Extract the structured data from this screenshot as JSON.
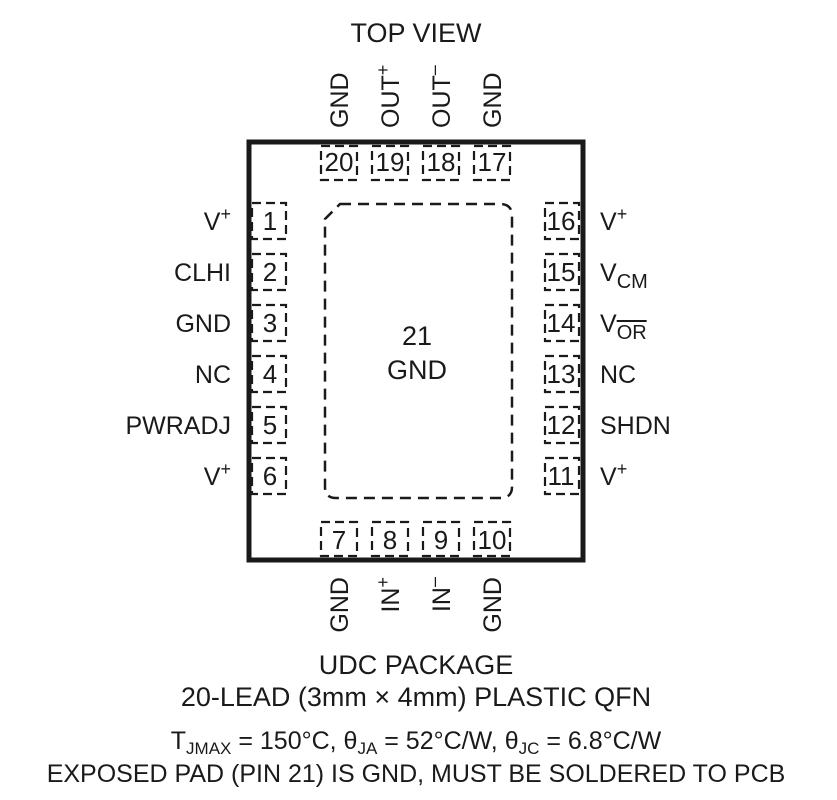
{
  "title": "TOP VIEW",
  "package": {
    "name": "UDC PACKAGE",
    "description": "20-LEAD (3mm × 4mm) PLASTIC QFN",
    "thermal": {
      "tjmax_label": "T",
      "tjmax_sub": "JMAX",
      "tjmax_value": " = 150°C, ",
      "theta_ja_sym": "θ",
      "theta_ja_sub": "JA",
      "theta_ja_value": " = 52°C/W, ",
      "theta_jc_sym": "θ",
      "theta_jc_sub": "JC",
      "theta_jc_value": " = 6.8°C/W"
    },
    "note": "EXPOSED PAD (PIN 21) IS GND, MUST BE SOLDERED TO PCB"
  },
  "exposed_pad": {
    "number": "21",
    "label": "GND"
  },
  "pins": {
    "left": [
      {
        "number": "1",
        "label": "V",
        "sup": "+"
      },
      {
        "number": "2",
        "label": "CLHI"
      },
      {
        "number": "3",
        "label": "GND"
      },
      {
        "number": "4",
        "label": "NC"
      },
      {
        "number": "5",
        "label": "PWRADJ"
      },
      {
        "number": "6",
        "label": "V",
        "sup": "+"
      }
    ],
    "right": [
      {
        "number": "16",
        "label": "V",
        "sup": "+"
      },
      {
        "number": "15",
        "label": "V",
        "sub": "CM"
      },
      {
        "number": "14",
        "label": "V",
        "sub": "OR",
        "overline": true
      },
      {
        "number": "13",
        "label": "NC"
      },
      {
        "number": "12",
        "label": "SHDN"
      },
      {
        "number": "11",
        "label": "V",
        "sup": "+"
      }
    ],
    "top": [
      {
        "number": "20",
        "label": "GND"
      },
      {
        "number": "19",
        "label": "OUT",
        "sup": "+"
      },
      {
        "number": "18",
        "label": "OUT",
        "sup": "–"
      },
      {
        "number": "17",
        "label": "GND"
      }
    ],
    "bottom": [
      {
        "number": "7",
        "label": "GND"
      },
      {
        "number": "8",
        "label": "IN",
        "sup": "+"
      },
      {
        "number": "9",
        "label": "IN",
        "sup": "–"
      },
      {
        "number": "10",
        "label": "GND"
      }
    ]
  }
}
